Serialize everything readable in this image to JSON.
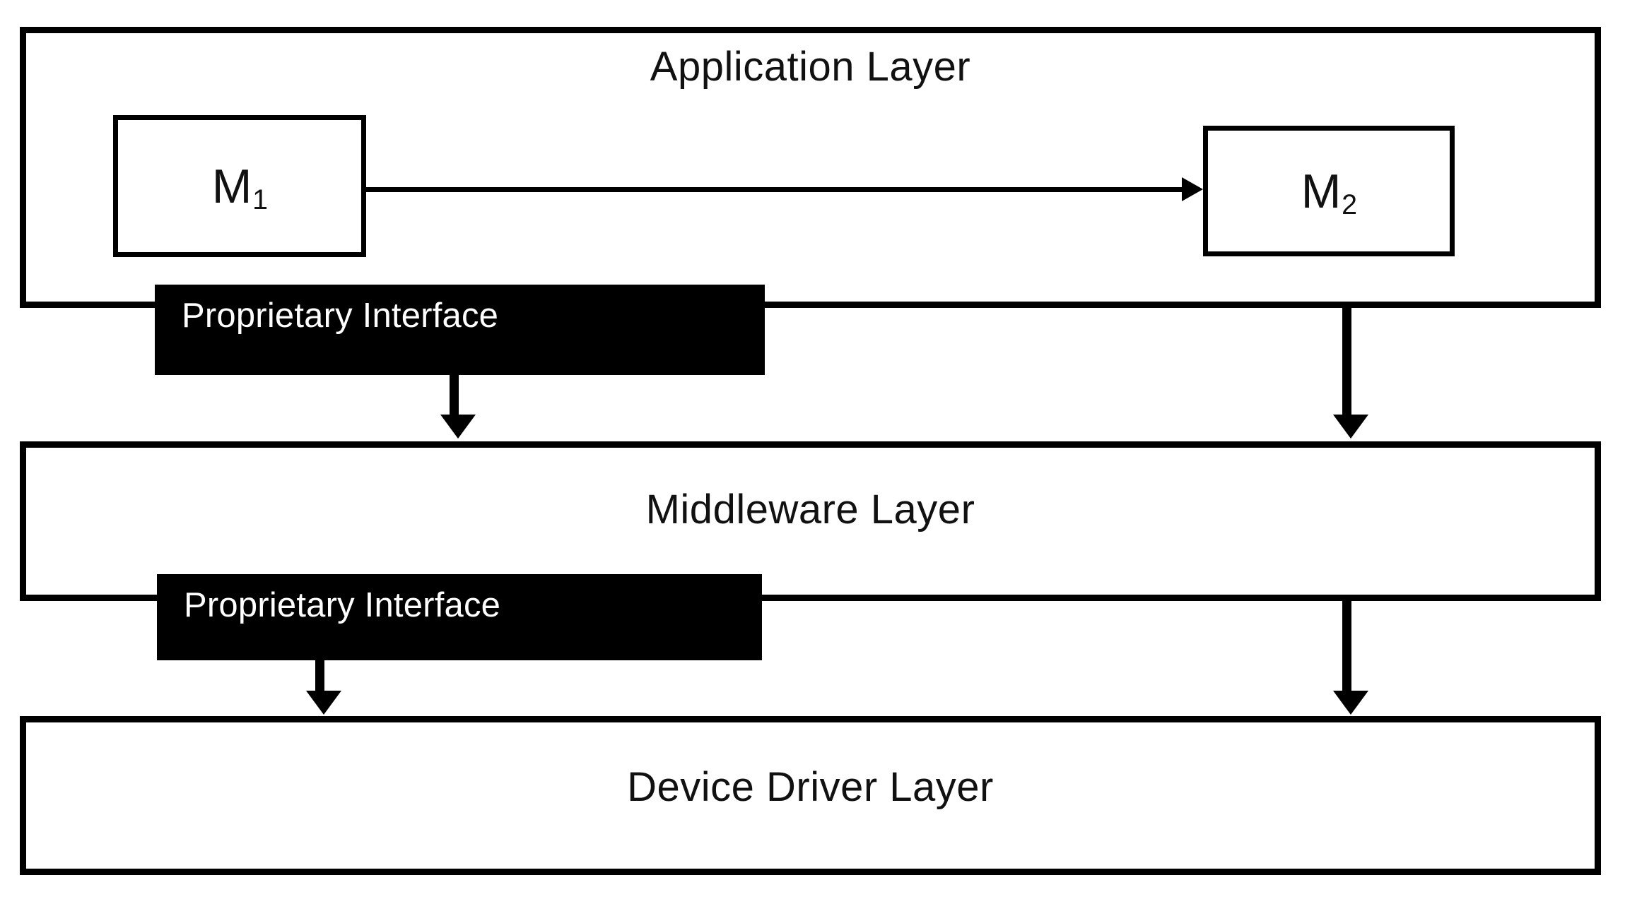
{
  "diagram": {
    "title": "Layered software architecture with proprietary interfaces",
    "background_color": "#FFFFFF",
    "stroke_color": "#000000",
    "interface_bar_color": "#000000",
    "interface_label_color": "#FFFFFF"
  },
  "layers": [
    {
      "id": "application",
      "title": "Application Layer",
      "modules": [
        {
          "id": "m1",
          "base": "M",
          "subscript": "1"
        },
        {
          "id": "m2",
          "base": "M",
          "subscript": "2"
        }
      ],
      "interface_label": "Proprietary Interface"
    },
    {
      "id": "middleware",
      "title": "Middleware Layer",
      "modules": [],
      "interface_label": "Proprietary Interface"
    },
    {
      "id": "device_driver",
      "title": "Device Driver Layer",
      "modules": [],
      "interface_label": ""
    }
  ],
  "connections": [
    {
      "id": "m1-to-m2",
      "from": "m1",
      "to": "m2",
      "direction": "right",
      "label": ""
    },
    {
      "id": "app-interface-to-middleware",
      "from": "application-proprietary-interface",
      "to": "middleware",
      "direction": "down",
      "label": ""
    },
    {
      "id": "app-right-to-middleware",
      "from": "application",
      "to": "middleware",
      "direction": "down",
      "label": ""
    },
    {
      "id": "middleware-interface-to-device",
      "from": "middleware-proprietary-interface",
      "to": "device_driver",
      "direction": "down",
      "label": ""
    },
    {
      "id": "middleware-right-to-device",
      "from": "middleware",
      "to": "device_driver",
      "direction": "down",
      "label": ""
    }
  ]
}
